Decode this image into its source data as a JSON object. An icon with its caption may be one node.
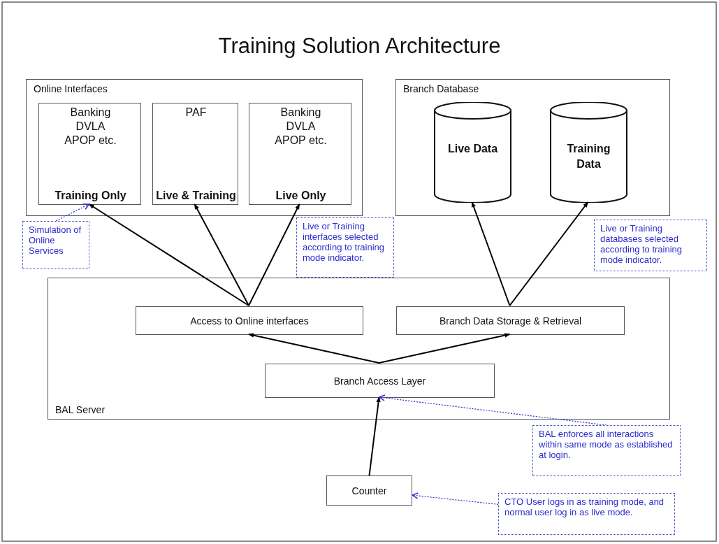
{
  "diagram": {
    "title": "Training Solution Architecture",
    "nodes": [
      {
        "text": [
          "Online Interfaces"
        ]
      },
      {
        "text": [
          "Banking DVLA APOP etc.",
          "Training Only"
        ],
        "in": 0
      },
      {
        "text": [
          "PAF",
          "Live & Training"
        ],
        "in": 0
      },
      {
        "text": [
          "Banking DVLA APOP etc.",
          "Live Only"
        ],
        "in": 0
      },
      {
        "text": [
          "Branch Database"
        ]
      },
      {
        "text": [
          "Live Data"
        ],
        "in": 4
      },
      {
        "text": [
          "Training Data"
        ],
        "in": 4
      },
      {
        "text": [
          "BAL Server"
        ]
      },
      {
        "text": [
          "Access to Online interfaces"
        ],
        "in": 7
      },
      {
        "text": [
          "Branch Data Storage & Retrieval"
        ],
        "in": 7
      },
      {
        "text": [
          "Branch Access Layer"
        ],
        "in": 7
      },
      {
        "text": [
          "Counter"
        ]
      },
      {
        "text": [
          "Simulation of Online Services"
        ]
      },
      {
        "text": [
          "Live or Training interfaces selected according to training mode indicator."
        ]
      },
      {
        "text": [
          "Live or Training databases selected according to training mode indicator."
        ]
      },
      {
        "text": [
          "BAL enforces all interactions within same mode as established at login."
        ]
      },
      {
        "text": [
          "CTO User logs in as training mode, and normal user log in as live mode."
        ]
      }
    ],
    "edges": [
      {
        "from": 8,
        "to": 1,
        "arrow": "to"
      },
      {
        "from": 8,
        "to": 2,
        "arrow": "to"
      },
      {
        "from": 8,
        "to": 3,
        "arrow": "to"
      },
      {
        "from": 9,
        "to": 5,
        "arrow": "to"
      },
      {
        "from": 9,
        "to": 6,
        "arrow": "to"
      },
      {
        "from": 10,
        "to": 8,
        "arrow": "to"
      },
      {
        "from": 10,
        "to": 9,
        "arrow": "to"
      },
      {
        "from": 11,
        "to": 10,
        "arrow": "to"
      },
      {
        "from": 12,
        "to": 1,
        "arrow": "to",
        "style": "dashed",
        "color": "#2b2bd0"
      },
      {
        "from": 15,
        "to": 10,
        "arrow": "to",
        "style": "dashed",
        "color": "#2b2bd0"
      },
      {
        "from": 16,
        "to": 11,
        "arrow": "to",
        "style": "dashed",
        "color": "#2b2bd0"
      }
    ]
  }
}
